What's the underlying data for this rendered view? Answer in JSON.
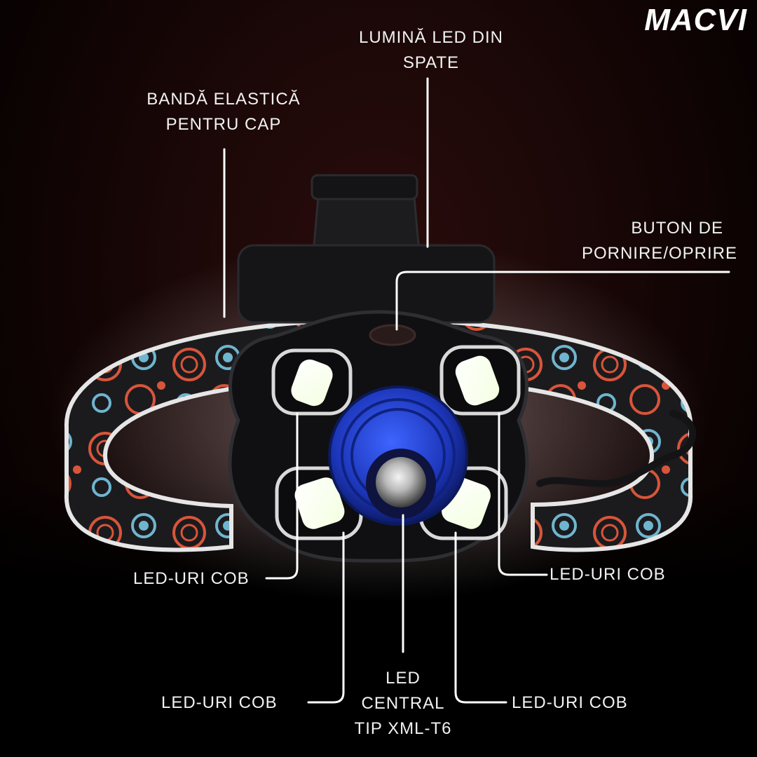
{
  "brand": "MACVI",
  "callouts": {
    "back_light": [
      "LUMINĂ LED DIN",
      "SPATE"
    ],
    "head_band": [
      "BANDĂ ELASTICĂ",
      "PENTRU CAP"
    ],
    "power_button": [
      "BUTON DE",
      "PORNIRE/OPRIRE"
    ],
    "cob_upper_left": "LED-URI COB",
    "cob_upper_right": "LED-URI COB",
    "cob_lower_left": "LED-URI COB",
    "cob_lower_right": "LED-URI COB",
    "central_led": [
      "LED",
      "CENTRAL",
      "TIP XML-T6"
    ]
  },
  "colors": {
    "lens_ring": "#1f3ec9",
    "band_dark": "#1b1b1e",
    "circle_red": "#d8553a",
    "circle_blue": "#6fb5cf",
    "label_text": "#f2f2f2"
  }
}
